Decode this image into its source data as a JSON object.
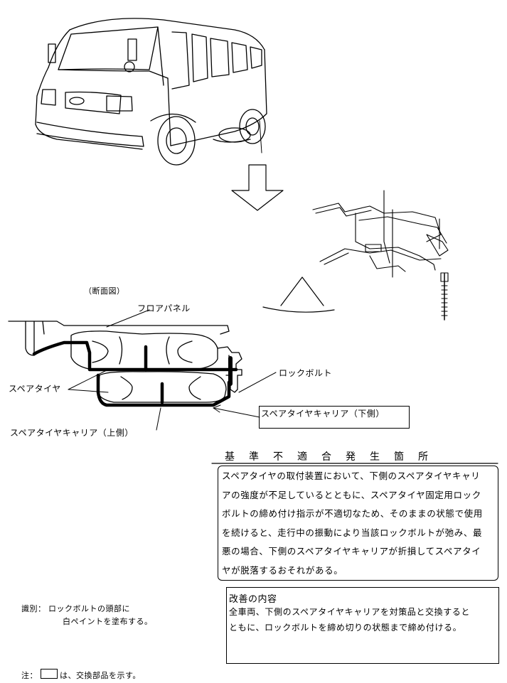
{
  "labels": {
    "section_view": "（断面図）",
    "floor_panel": "フロアパネル",
    "lock_bolt": "ロックボルト",
    "spare_tire": "スペアタイヤ",
    "carrier_upper": "スペアタイヤキャリア（上側）",
    "carrier_lower": "スペアタイヤキャリア（下側）"
  },
  "defect": {
    "heading": "基準不適合発生箇所",
    "lines": [
      "スペアタイヤの取付装置において、下側のスペアタイヤキャリ",
      "アの強度が不足しているとともに、スペアタイヤ固定用ロック",
      "ボルトの締め付け指示が不適切なため、そのままの状態で使用",
      "を続けると、走行中の振動により当該ロックボルトが弛み、最",
      "悪の場合、下側のスペアタイヤキャリアが折損してスペアタイ",
      "ヤが脱落するおそれがある。"
    ]
  },
  "remedy": {
    "heading": "改善の内容",
    "lines": [
      "全車両、下側のスペアタイヤキャリアを対策品と交換すると",
      "ともに、ロックボルトを締め切りの状態まで締め付ける。"
    ]
  },
  "identification": {
    "label": "識別：",
    "line1": "ロックボルトの頭部に",
    "line2": "白ペイントを塗布する。"
  },
  "note": {
    "prefix": "注：",
    "suffix": "は、交換部品を示す。"
  }
}
